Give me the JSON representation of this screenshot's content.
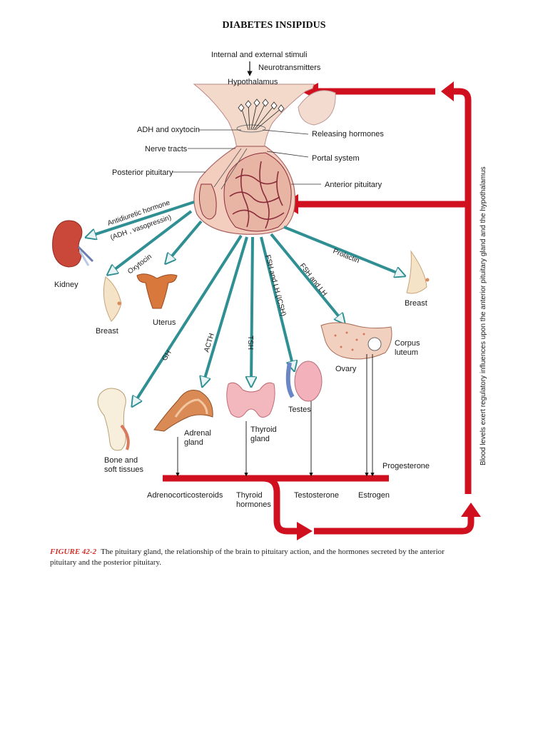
{
  "title": "DIABETES INSIPIDUS",
  "labels": {
    "stimuli": "Internal and external stimuli",
    "neurotransmitters": "Neurotransmitters",
    "hypothalamus": "Hypothalamus",
    "adh_oxytocin": "ADH and oxytocin",
    "releasing_hormones": "Releasing hormones",
    "nerve_tracts": "Nerve tracts",
    "portal_system": "Portal system",
    "posterior_pituitary": "Posterior pituitary",
    "anterior_pituitary": "Anterior pituitary",
    "antidiuretic": "Antidiuretic hormone",
    "adh_vaso": "(ADH , vasopressin)",
    "kidney": "Kidney",
    "oxytocin": "Oxytocin",
    "breast_left": "Breast",
    "uterus": "Uterus",
    "gh": "GH",
    "acth": "ACTH",
    "tsh": "TSH",
    "fsh_lh_icsh": "FSH and LH (ICSH)",
    "fsh_lh": "FSH and LH",
    "prolactin": "Prolactin",
    "breast_right": "Breast",
    "corpus_luteum_1": "Corpus",
    "corpus_luteum_2": "luteum",
    "ovary": "Ovary",
    "testes": "Testes",
    "bone_1": "Bone and",
    "bone_2": "soft tissues",
    "adrenal_1": "Adrenal",
    "adrenal_2": "gland",
    "thyroid_1": "Thyroid",
    "thyroid_2": "gland",
    "progesterone": "Progesterone",
    "adrenocorticosteroids": "Adrenocorticosteroids",
    "thyroid_hormones_1": "Thyroid",
    "thyroid_hormones_2": "hormones",
    "testosterone": "Testosterone",
    "estrogen": "Estrogen",
    "feedback": "Blood levels exert regulatory influences upon the anterior pituitary gland and the hypothalamus"
  },
  "caption": {
    "figure": "FIGURE 42-2",
    "text": "The pituitary gland, the relationship of the brain to pituitary action, and the hormones secreted by the anterior pituitary and the posterior pituitary."
  },
  "colors": {
    "feedback_red": "#d0101e",
    "hormone_teal": "#2f8f92",
    "gland_pink": "#f1c7b6",
    "tissue_dark": "#8a2c3a",
    "organ_orange": "#d9854f"
  }
}
